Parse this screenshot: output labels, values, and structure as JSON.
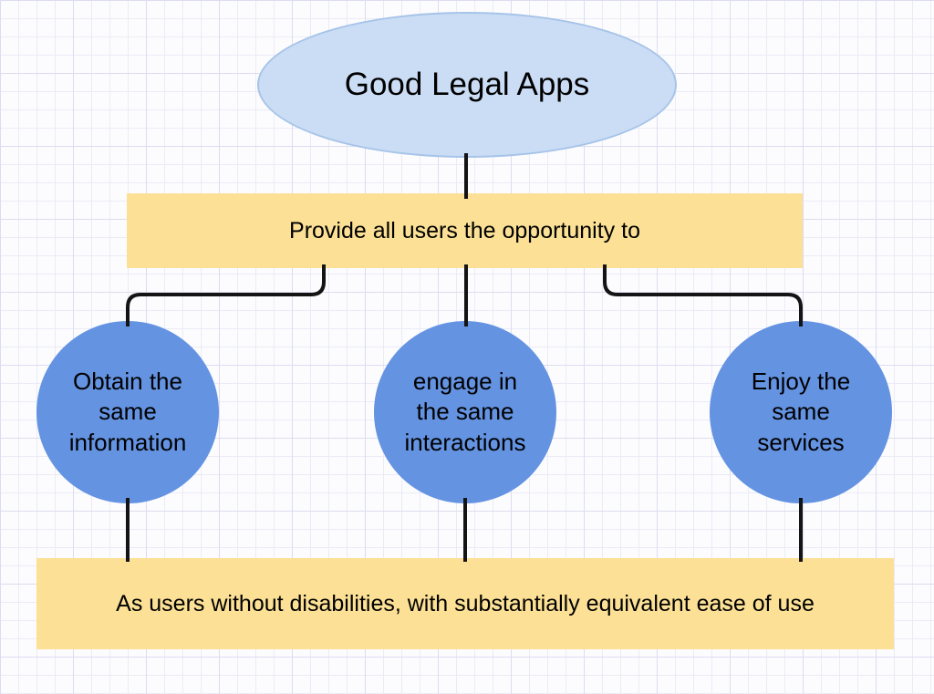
{
  "colors": {
    "background": "#fcfcfe",
    "grid_minor": "#ebebf7",
    "grid_major": "#dddcf0",
    "ellipse_fill": "#cbddf5",
    "ellipse_border": "#a6c4e8",
    "bar_fill": "#fbe095",
    "circle_fill": "#6493e2",
    "connector": "#141414",
    "text": "#000000"
  },
  "diagram": {
    "root": {
      "label": "Good Legal Apps"
    },
    "top_bar": {
      "label": "Provide all users the opportunity to"
    },
    "circles": [
      {
        "label": "Obtain the same information"
      },
      {
        "label": "engage in the same interactions"
      },
      {
        "label": "Enjoy the same services"
      }
    ],
    "bottom_bar": {
      "label": "As users without disabilities, with substantially equivalent ease of use"
    }
  }
}
